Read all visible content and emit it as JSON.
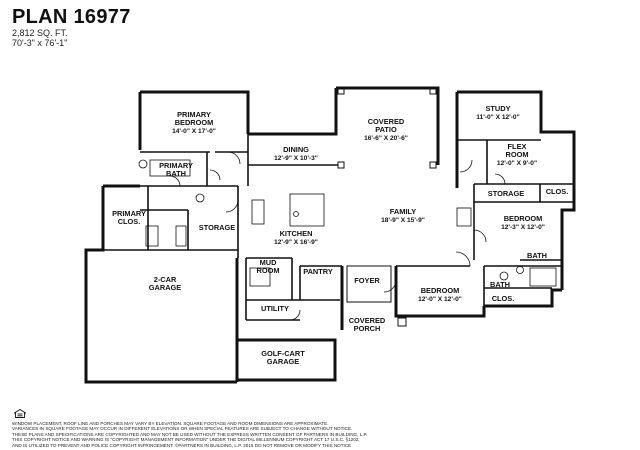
{
  "header": {
    "title": "PLAN 16977",
    "sqft": "2,812 SQ. FT.",
    "dimensions": "70'-3\" x 76'-1\""
  },
  "rooms": {
    "primary_bedroom": {
      "name_l1": "PRIMARY",
      "name_l2": "BEDROOM",
      "dims": "14'-0\" X 17'-0\""
    },
    "primary_bath": {
      "name_l1": "PRIMARY",
      "name_l2": "BATH"
    },
    "primary_clos": {
      "name_l1": "PRIMARY",
      "name_l2": "CLOS."
    },
    "storage_left": {
      "name": "STORAGE"
    },
    "garage_2car": {
      "name_l1": "2-CAR",
      "name_l2": "GARAGE"
    },
    "dining": {
      "name": "DINING",
      "dims": "12'-9\" X 10'-3\""
    },
    "covered_patio": {
      "name_l1": "COVERED",
      "name_l2": "PATIO",
      "dims": "16'-6\" X 20'-6\""
    },
    "study": {
      "name": "STUDY",
      "dims": "11'-0\" X 12'-0\""
    },
    "flex_room": {
      "name_l1": "FLEX",
      "name_l2": "ROOM",
      "dims": "12'-0\" X 9'-0\""
    },
    "storage_right": {
      "name": "STORAGE"
    },
    "clos_right": {
      "name": "CLOS."
    },
    "family": {
      "name": "FAMILY",
      "dims": "18'-9\" X 15'-9\""
    },
    "bedroom_right": {
      "name": "BEDROOM",
      "dims": "12'-3\" X 12'-0\""
    },
    "kitchen": {
      "name": "KITCHEN",
      "dims": "12'-9\" X 16'-9\""
    },
    "mud_room": {
      "name_l1": "MUD",
      "name_l2": "ROOM"
    },
    "pantry": {
      "name": "PANTRY"
    },
    "foyer": {
      "name": "FOYER"
    },
    "bedroom_front": {
      "name": "BEDROOM",
      "dims": "12'-0\" X 12'-0\""
    },
    "bath_right": {
      "name": "BATH"
    },
    "bath_lower": {
      "name": "BATH"
    },
    "clos_lower": {
      "name": "CLOS."
    },
    "utility": {
      "name": "UTILITY"
    },
    "covered_porch": {
      "name_l1": "COVERED",
      "name_l2": "PORCH"
    },
    "golf_cart_garage": {
      "name_l1": "GOLF-CART",
      "name_l2": "GARAGE"
    }
  },
  "disclaimer": {
    "line1": "WINDOW PLACEMENT, ROOF LINE AND PORCHES MAY VARY BY ELEVATION. SQUARE FOOTAGE AND ROOM DIMENSIONS ARE APPROXIMATE.",
    "line2": "VARIANCES IN SQUARE FOOTAGE MAY OCCUR IN DIFFERENT ELEVATIONS OR WHEN SPECIAL FEATURES ARE SUBJECT TO CHANGE WITHOUT NOTICE.",
    "line3": "THESE PLANS AND SPECIFICATIONS ARE COPYRIGHTED AND MAY NOT BE USED WITHOUT THE EXPRESS WRITTEN CONSENT OF PARTNERS IN BUILDING, L.P.",
    "line4": "THIS COPYRIGHT NOTICE AND WARNING IS \"COPYRIGHT MANAGEMENT INFORMATION\" UNDER THE DIGITAL MILLENNIUM COPYRIGHT ACT 17 U.S.C. §1202,",
    "line5": "AND IS UTILIZED TO PREVENT AND POLICE COPYRIGHT INFRINGEMENT. ©PARTNERS IN BUILDING, L.P. 2015   DO NOT REMOVE OR MODIFY THIS NOTICE"
  }
}
